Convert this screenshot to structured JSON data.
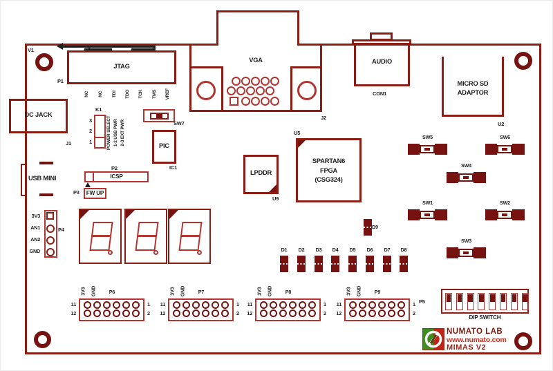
{
  "colors": {
    "outline": "#8b1d15",
    "bright": "#b23530",
    "dark": "#761310",
    "black": "#1e1e1e",
    "logo_green": "#3f8c21",
    "logo_red": "#c02417",
    "logo_t1": "#7c1a10",
    "logo_t2": "#c53222",
    "logo_t3": "#a2261a"
  },
  "refs": {
    "v1": "V1",
    "p1": "P1",
    "j1": "J1",
    "j2": "J2",
    "con1": "CON1",
    "u2": "U2",
    "u5": "U5",
    "u9": "U9",
    "ic1": "IC1",
    "k1": "K1",
    "p2": "P2",
    "p3": "P3",
    "p4": "P4",
    "p5": "P5",
    "d9": "D9",
    "sw7": "SW7"
  },
  "components": {
    "jtag": "JTAG",
    "vga": "VGA",
    "audio": "AUDIO",
    "microsd1": "MICRO SD",
    "microsd2": "ADAPTOR",
    "dcjack": "DC JACK",
    "usbmini": "USB MINI",
    "pic": "PIC",
    "icsp": "ICSP",
    "fwup": "FW UP",
    "lpddr": "LPDDR",
    "fpga1": "SPARTAN6",
    "fpga2": "FPGA",
    "fpga3": "(CSG324)",
    "dip": "DIP SWITCH"
  },
  "jtag": {
    "pins": [
      "NC",
      "NC",
      "TDI",
      "TDO",
      "TCK",
      "TMS",
      "VREF"
    ]
  },
  "power_select": {
    "pins": [
      "3",
      "2",
      "1"
    ],
    "lines": [
      "POWER SELECT",
      "1-2 USB PWR",
      "2-3 EXT PWR"
    ]
  },
  "p4": {
    "pins": [
      "3V3",
      "AN1",
      "AN2",
      "GND"
    ]
  },
  "leds": [
    "D1",
    "D2",
    "D3",
    "D4",
    "D5",
    "D6",
    "D7",
    "D8"
  ],
  "switches": [
    "SW5",
    "SW6",
    "SW4",
    "SW1",
    "SW2",
    "SW3"
  ],
  "headers": {
    "names": [
      "P6",
      "P7",
      "P8",
      "P9"
    ],
    "top": [
      "3V3",
      "GND"
    ],
    "left": [
      "11",
      "12"
    ],
    "right": [
      "1",
      "2"
    ]
  },
  "logo": {
    "line1": "NUMATO LAB",
    "line2": "www.numato.com",
    "line3": "MIMAS V2"
  }
}
